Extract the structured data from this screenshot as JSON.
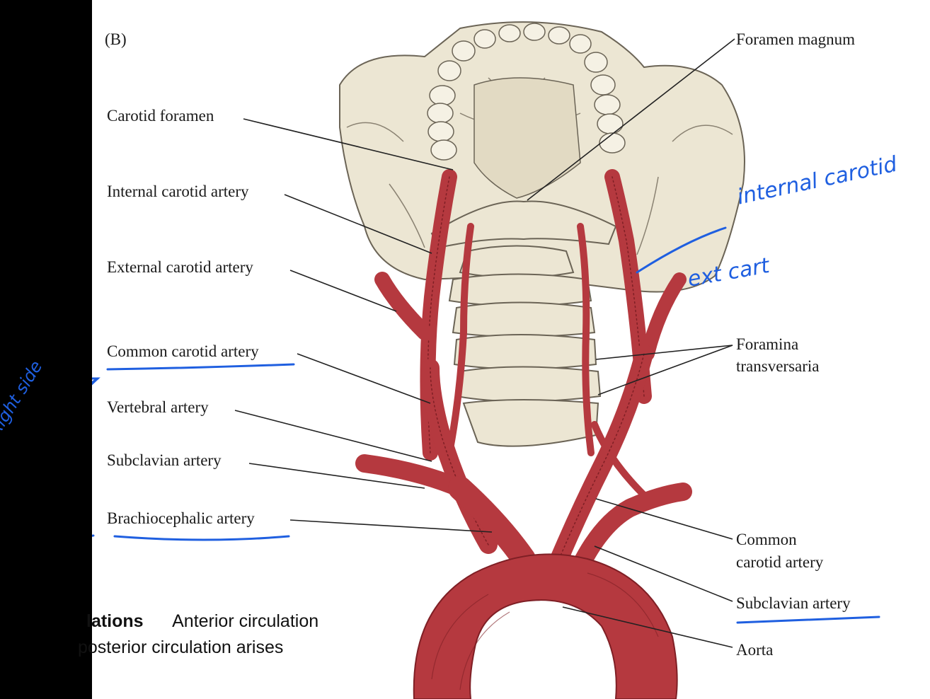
{
  "panel_label": "(B)",
  "labels_left": [
    {
      "id": "carotid-foramen",
      "text": "Carotid foramen"
    },
    {
      "id": "internal-carotid",
      "text": "Internal carotid artery"
    },
    {
      "id": "external-carotid",
      "text": "External carotid artery"
    },
    {
      "id": "common-carotid-left",
      "text": "Common carotid artery"
    },
    {
      "id": "vertebral",
      "text": "Vertebral artery"
    },
    {
      "id": "subclavian-left",
      "text": "Subclavian artery"
    },
    {
      "id": "brachiocephalic",
      "text": "Brachiocephalic artery"
    }
  ],
  "labels_right": {
    "foramen_magnum": "Foramen magnum",
    "foramina_line1": "Foramina",
    "foramina_line2": "transversaria",
    "common_line1": "Common",
    "common_line2": "carotid artery",
    "subclavian": "Subclavian artery",
    "aorta": "Aorta"
  },
  "caption": {
    "bold_fragment": "lations",
    "line1_rest": "Anterior circulation",
    "line2": "posterior circulation arises"
  },
  "annotations": {
    "internal_carotid": "internal carotid",
    "ext_cart": "ext cart",
    "right_side": "Right side"
  },
  "colors": {
    "artery": "#b5393f",
    "artery_dark": "#7f1f25",
    "bone": "#ece6d3",
    "bone_line": "#6b6456",
    "annotation_ink": "#1f5fe0",
    "leader": "#222222"
  }
}
